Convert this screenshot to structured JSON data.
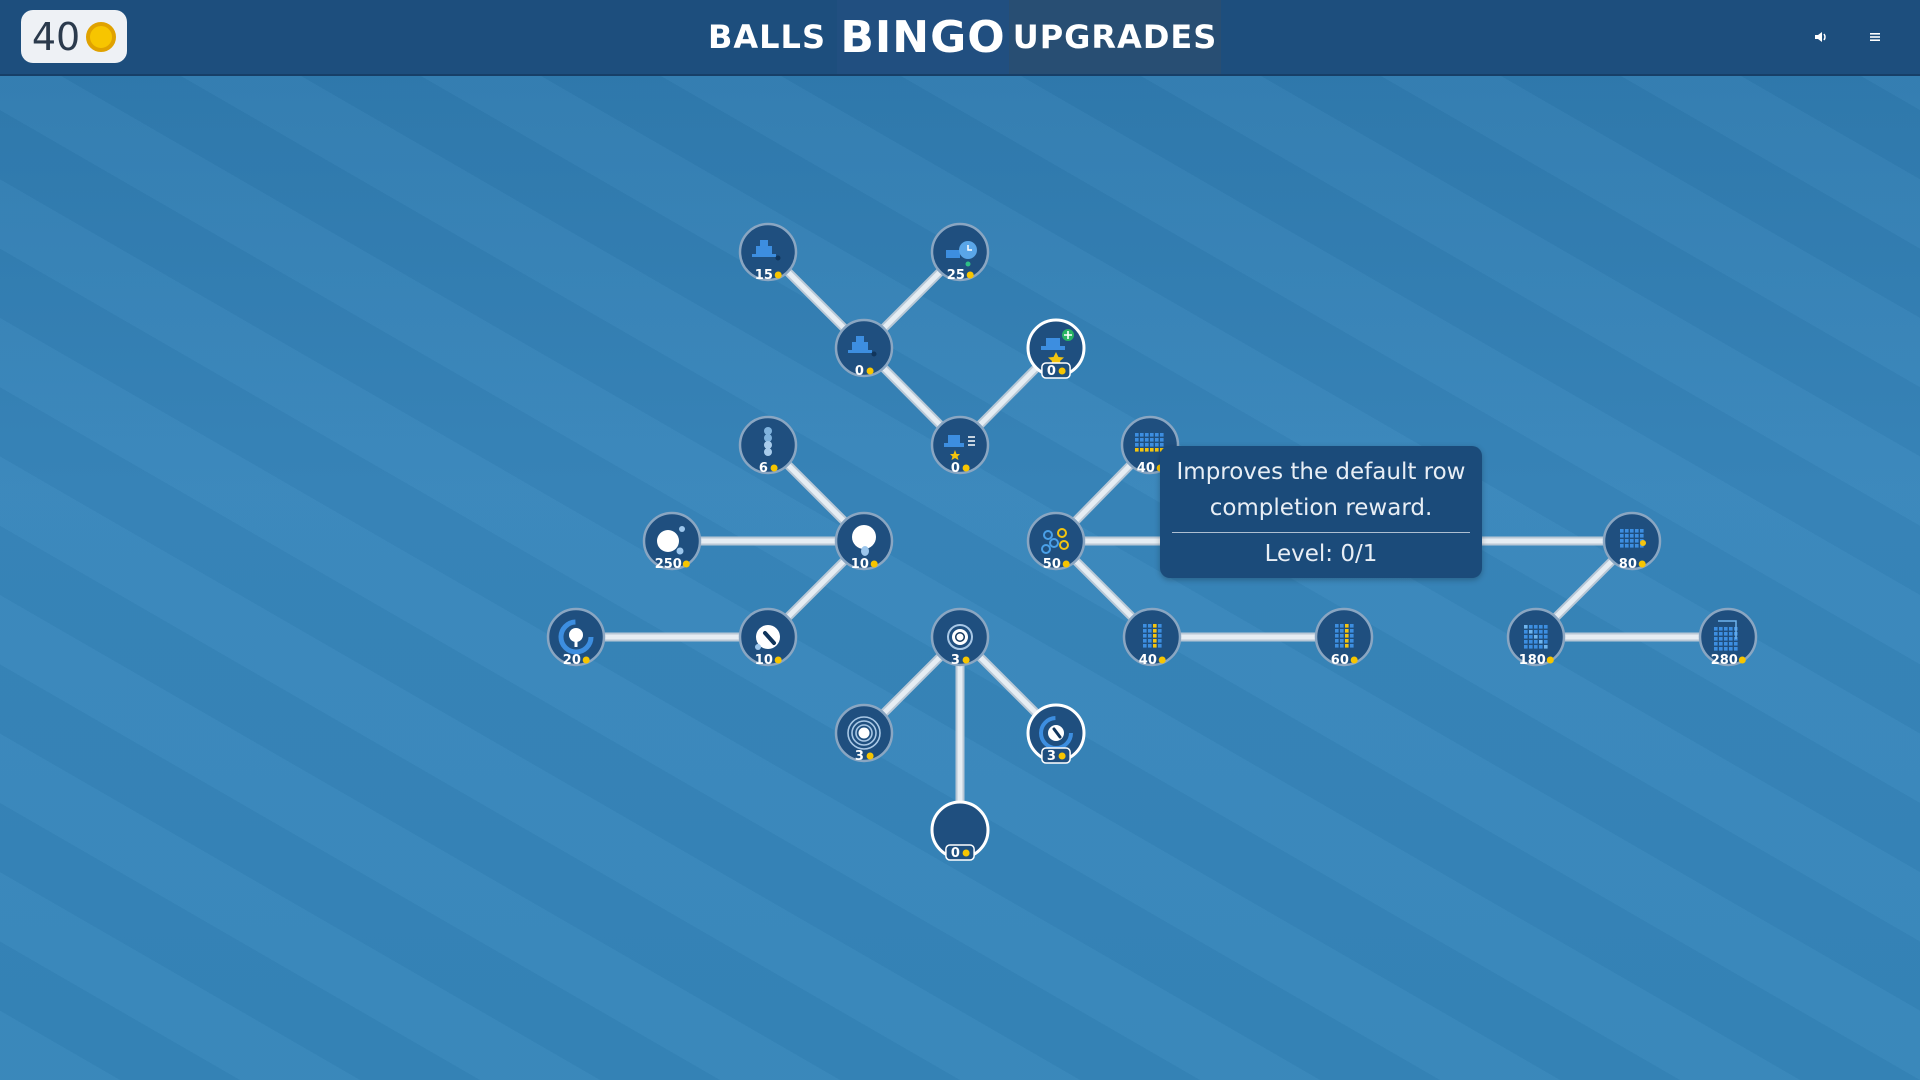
{
  "header": {
    "coins": "40",
    "tabs": {
      "balls": "BALLS",
      "bingo": "BINGO",
      "upgrades": "UPGRADES"
    }
  },
  "colors": {
    "node_fill": "#1f4f7f",
    "node_ring": "#8aa6c2",
    "node_ring_active": "#ffffff",
    "link": "#e6edf3",
    "coin": "#f7c500"
  },
  "tooltip": {
    "description": "Improves the default row completion reward.",
    "level": "Level: 0/1"
  },
  "nodes": [
    {
      "id": "rows-b1",
      "cost": "15",
      "icon": "bingo-card-icon",
      "active": false
    },
    {
      "id": "rows-b2",
      "cost": "25",
      "icon": "timer-card-icon",
      "active": false
    },
    {
      "id": "rows-root",
      "cost": "0",
      "icon": "bingo-card-icon",
      "active": false
    },
    {
      "id": "star-plus",
      "cost": "0",
      "icon": "star-plus-icon",
      "active": true
    },
    {
      "id": "star-list",
      "cost": "0",
      "icon": "star-list-icon",
      "active": false
    },
    {
      "id": "ball-stack",
      "cost": "6",
      "icon": "ball-stack-icon",
      "active": false
    },
    {
      "id": "ball-rocket",
      "cost": "250",
      "icon": "ball-rocket-icon",
      "active": false
    },
    {
      "id": "ball-drop",
      "cost": "10",
      "icon": "ball-drop-icon",
      "active": false
    },
    {
      "id": "ball-spin",
      "cost": "20",
      "icon": "ball-spin-icon",
      "active": false
    },
    {
      "id": "ball-split",
      "cost": "10",
      "icon": "ball-split-icon",
      "active": false
    },
    {
      "id": "target-main",
      "cost": "3",
      "icon": "target-icon",
      "active": false
    },
    {
      "id": "target-rings",
      "cost": "3",
      "icon": "target-rings-icon",
      "active": false
    },
    {
      "id": "target-gauge",
      "cost": "3",
      "icon": "gauge-icon",
      "active": true
    },
    {
      "id": "root",
      "cost": "0",
      "icon": "",
      "active": true
    },
    {
      "id": "grid-top",
      "cost": "40",
      "icon": "grid-icon",
      "active": false
    },
    {
      "id": "grid-hub",
      "cost": "50",
      "icon": "cluster-icon",
      "active": false
    },
    {
      "id": "grid-col1",
      "cost": "40",
      "icon": "grid-column-icon",
      "active": false
    },
    {
      "id": "grid-col2",
      "cost": "60",
      "icon": "grid-column-icon",
      "active": false
    },
    {
      "id": "grid-right",
      "cost": "80",
      "icon": "grid-star-icon",
      "active": false
    },
    {
      "id": "grid-diag1",
      "cost": "180",
      "icon": "grid-diagonal-icon",
      "active": false
    },
    {
      "id": "grid-diag2",
      "cost": "280",
      "icon": "grid-stack-icon",
      "active": false
    }
  ]
}
